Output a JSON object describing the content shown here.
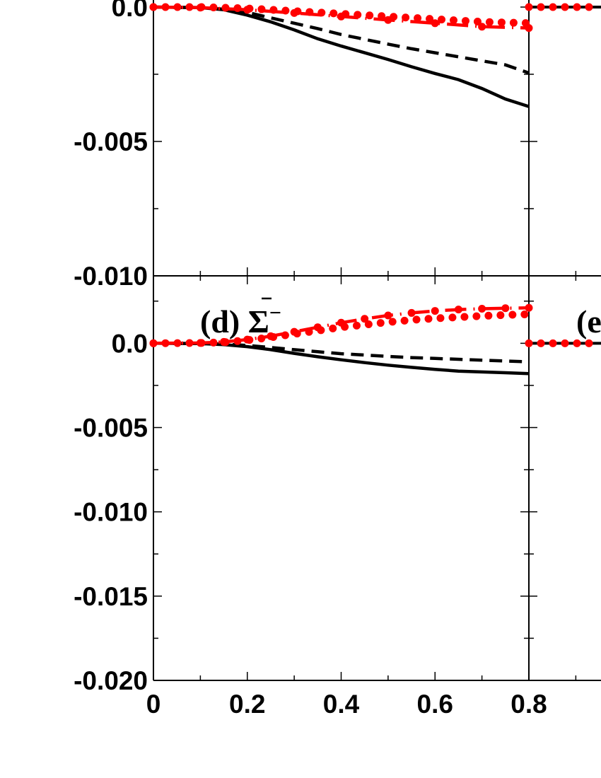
{
  "chart_data": [
    {
      "type": "line",
      "panel": "upper-left",
      "xlim": [
        0,
        0.8
      ],
      "ylim": [
        -0.01,
        0.0
      ],
      "y_ticks": [
        {
          "value": 0.0,
          "label": "0.0"
        },
        {
          "value": -0.005,
          "label": "-0.005"
        },
        {
          "value": -0.01,
          "label": "-0.010"
        }
      ],
      "series": [
        {
          "style": "solid",
          "color": "#000000",
          "x": [
            0,
            0.1,
            0.15,
            0.2,
            0.25,
            0.3,
            0.35,
            0.4,
            0.45,
            0.5,
            0.55,
            0.6,
            0.65,
            0.7,
            0.75,
            0.8
          ],
          "y": [
            0,
            -2e-05,
            -0.0001,
            -0.0003,
            -0.00055,
            -0.00085,
            -0.00118,
            -0.00145,
            -0.0017,
            -0.00195,
            -0.00222,
            -0.00247,
            -0.0027,
            -0.00303,
            -0.00342,
            -0.0037
          ]
        },
        {
          "style": "dashed",
          "color": "#000000",
          "x": [
            0,
            0.1,
            0.15,
            0.2,
            0.25,
            0.3,
            0.35,
            0.4,
            0.45,
            0.5,
            0.55,
            0.6,
            0.65,
            0.7,
            0.75,
            0.8
          ],
          "y": [
            0,
            -2e-05,
            -8e-05,
            -0.0002,
            -0.0004,
            -0.0006,
            -0.0008,
            -0.00102,
            -0.0012,
            -0.00138,
            -0.00155,
            -0.0017,
            -0.00185,
            -0.002,
            -0.00215,
            -0.00245
          ]
        },
        {
          "style": "dash-dot",
          "color": "#ff0000",
          "x": [
            0,
            0.1,
            0.2,
            0.3,
            0.4,
            0.5,
            0.6,
            0.7,
            0.8
          ],
          "y": [
            0,
            -2e-05,
            -0.0001,
            -0.00022,
            -0.00035,
            -0.00048,
            -0.0006,
            -0.00073,
            -0.00078
          ]
        },
        {
          "style": "dotted",
          "color": "#ff0000",
          "x": [
            0,
            0.1,
            0.2,
            0.3,
            0.4,
            0.5,
            0.6,
            0.7,
            0.8
          ],
          "y": [
            0,
            0.0,
            -5e-05,
            -0.00015,
            -0.00025,
            -0.00035,
            -0.00045,
            -0.00055,
            -0.0006
          ]
        }
      ]
    },
    {
      "type": "line",
      "panel": "d",
      "title": "(d) Σ̄⁻",
      "xlim": [
        0,
        0.8
      ],
      "ylim": [
        -0.02,
        0.004
      ],
      "x_ticks": [
        {
          "value": 0,
          "label": "0"
        },
        {
          "value": 0.2,
          "label": "0.2"
        },
        {
          "value": 0.4,
          "label": "0.4"
        },
        {
          "value": 0.6,
          "label": "0.6"
        },
        {
          "value": 0.8,
          "label": "0.8"
        }
      ],
      "y_ticks": [
        {
          "value": 0.0,
          "label": "0.0"
        },
        {
          "value": -0.005,
          "label": "-0.005"
        },
        {
          "value": -0.01,
          "label": "-0.010"
        },
        {
          "value": -0.015,
          "label": "-0.015"
        },
        {
          "value": -0.02,
          "label": "-0.020"
        }
      ],
      "series": [
        {
          "style": "solid",
          "color": "#000000",
          "x": [
            0,
            0.1,
            0.15,
            0.2,
            0.25,
            0.3,
            0.35,
            0.4,
            0.45,
            0.5,
            0.55,
            0.6,
            0.65,
            0.7,
            0.75,
            0.8
          ],
          "y": [
            0,
            -2e-05,
            -8e-05,
            -0.0002,
            -0.00038,
            -0.0006,
            -0.0008,
            -0.00098,
            -0.00115,
            -0.0013,
            -0.00143,
            -0.00155,
            -0.00165,
            -0.0017,
            -0.00175,
            -0.0018
          ]
        },
        {
          "style": "dashed",
          "color": "#000000",
          "x": [
            0,
            0.1,
            0.15,
            0.2,
            0.25,
            0.3,
            0.35,
            0.4,
            0.45,
            0.5,
            0.55,
            0.6,
            0.65,
            0.7,
            0.75,
            0.8
          ],
          "y": [
            0,
            -2e-05,
            -5e-05,
            -0.00013,
            -0.00025,
            -0.00038,
            -0.0005,
            -0.00062,
            -0.0007,
            -0.00078,
            -0.00085,
            -0.0009,
            -0.00095,
            -0.001,
            -0.00105,
            -0.0011
          ]
        },
        {
          "style": "dash-dot",
          "color": "#ff0000",
          "x": [
            0,
            0.1,
            0.15,
            0.2,
            0.25,
            0.3,
            0.35,
            0.4,
            0.45,
            0.5,
            0.55,
            0.6,
            0.65,
            0.7,
            0.75,
            0.8
          ],
          "y": [
            0,
            2e-05,
            8e-05,
            0.00022,
            0.00042,
            0.00068,
            0.00095,
            0.00122,
            0.00145,
            0.00165,
            0.0018,
            0.00192,
            0.002,
            0.00205,
            0.00208,
            0.0021
          ]
        },
        {
          "style": "dotted",
          "color": "#ff0000",
          "x": [
            0,
            0.1,
            0.15,
            0.2,
            0.25,
            0.3,
            0.35,
            0.4,
            0.45,
            0.5,
            0.55,
            0.6,
            0.65,
            0.7,
            0.75,
            0.8
          ],
          "y": [
            0,
            2e-05,
            6e-05,
            0.00018,
            0.00035,
            0.00055,
            0.00075,
            0.00095,
            0.0011,
            0.00125,
            0.00138,
            0.00148,
            0.00155,
            0.00162,
            0.00168,
            0.00172
          ]
        }
      ]
    }
  ],
  "right_panel": {
    "label_fragment": "(e"
  }
}
